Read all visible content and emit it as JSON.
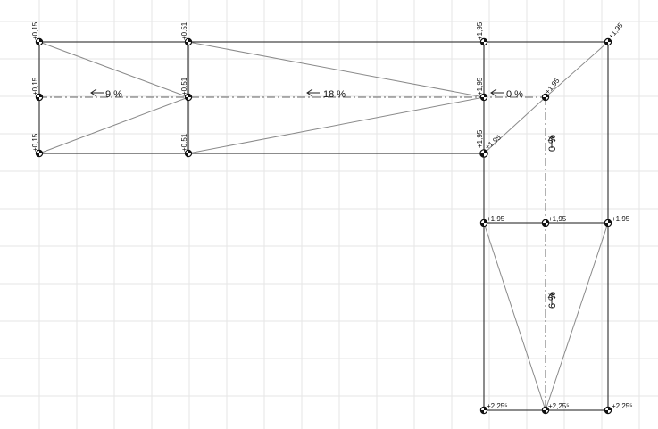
{
  "colors": {
    "edges": "#1a1a1a",
    "triangles": "#8a8a8a",
    "grid": "#e6e6e6",
    "background": "#ffffff"
  },
  "levels": {
    "l1": "+0,15",
    "l2": "+0,51",
    "l3": "+1,95",
    "l4": "+1,95",
    "l5": "+0,15",
    "l6": "+0,51",
    "l7": "+1,95",
    "l8": "+1,95",
    "l9": "+0,15",
    "l10": "+0,51",
    "l11": "+1,95",
    "l12": "+1,95",
    "l13": "+1,95",
    "l14": "+1,95",
    "l15": "+2,25⁵",
    "l16": "+2,25⁵",
    "l17": "+2,25⁵"
  },
  "slopes": {
    "s1": "9 %",
    "s2": "18 %",
    "s3": "0 %",
    "s4": "0 %",
    "s5": "6 %"
  }
}
